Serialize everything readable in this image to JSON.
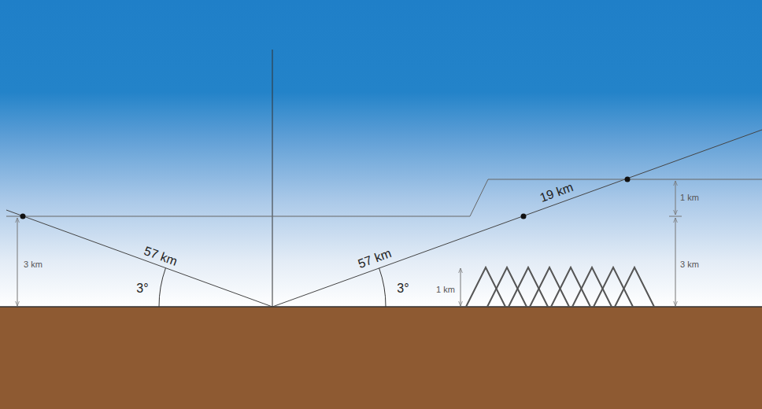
{
  "diagram": {
    "labels": [
      "3 km",
      "57 km",
      "3°",
      "57 km",
      "3°",
      "1 km",
      "19 km",
      "1 km",
      "3 km"
    ]
  }
}
